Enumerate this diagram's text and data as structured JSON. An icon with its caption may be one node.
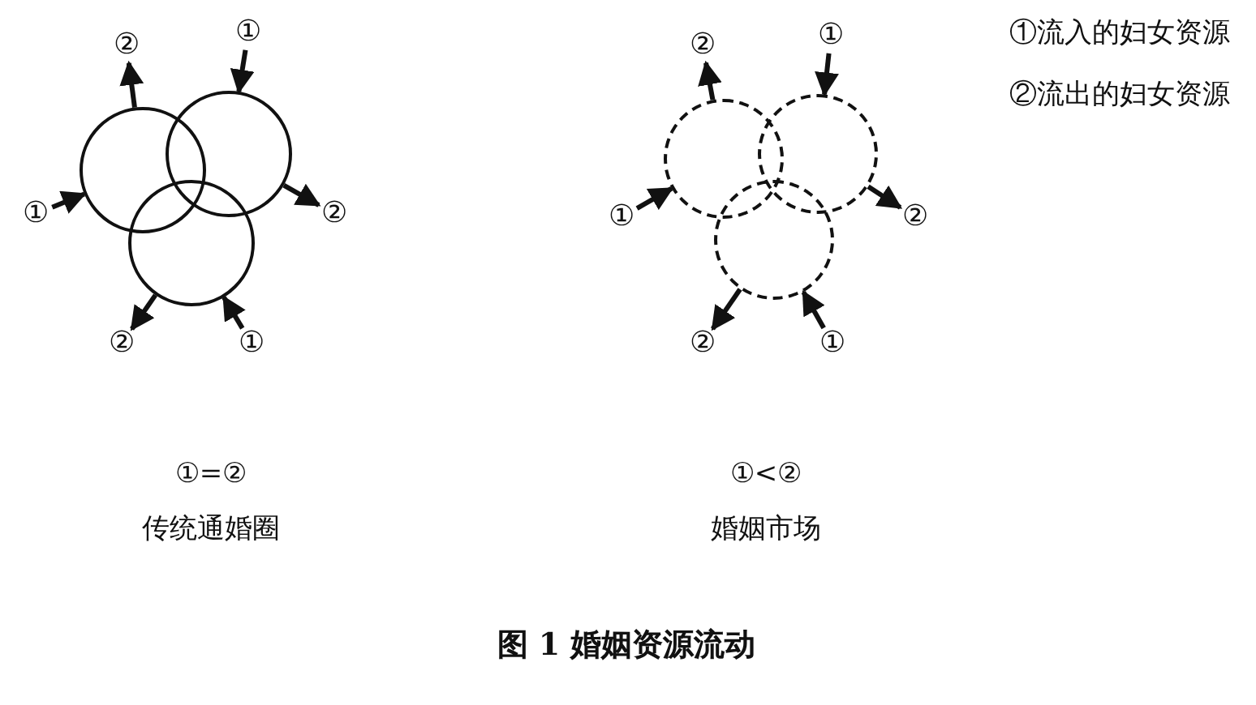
{
  "diagram": {
    "caption": "图 1 婚姻资源流动",
    "nodes": [
      {
        "text": [
          "②"
        ]
      },
      {
        "text": [
          "①"
        ]
      },
      {
        "text": [],
        "shape": "circle"
      },
      {
        "text": [],
        "shape": "circle"
      },
      {
        "text": [
          "①"
        ]
      },
      {
        "text": [
          "②"
        ]
      },
      {
        "text": [],
        "shape": "circle"
      },
      {
        "text": [
          "②"
        ]
      },
      {
        "text": [
          "①"
        ]
      },
      {
        "text": [
          "②"
        ]
      },
      {
        "text": [
          "①"
        ]
      },
      {
        "text": [],
        "shape": "circle"
      },
      {
        "text": [],
        "shape": "circle"
      },
      {
        "text": [
          "①"
        ]
      },
      {
        "text": [
          "②"
        ]
      },
      {
        "text": [],
        "shape": "circle"
      },
      {
        "text": [
          "②"
        ]
      },
      {
        "text": [
          "①"
        ]
      }
    ],
    "edges": [
      {
        "from": 2,
        "to": 0,
        "arrow": "to"
      },
      {
        "from": 1,
        "to": 3,
        "arrow": "to"
      },
      {
        "from": 4,
        "to": 2,
        "arrow": "to"
      },
      {
        "from": 3,
        "to": 5,
        "arrow": "to"
      },
      {
        "from": 6,
        "to": 7,
        "arrow": "to"
      },
      {
        "from": 8,
        "to": 6,
        "arrow": "to"
      },
      {
        "from": 11,
        "to": 9,
        "arrow": "to"
      },
      {
        "from": 10,
        "to": 12,
        "arrow": "to"
      },
      {
        "from": 13,
        "to": 11,
        "arrow": "to"
      },
      {
        "from": 12,
        "to": 14,
        "arrow": "to"
      },
      {
        "from": 15,
        "to": 16,
        "arrow": "to"
      },
      {
        "from": 17,
        "to": 15,
        "arrow": "to"
      }
    ],
    "labels": [
      "①流入的妇女资源",
      "②流出的妇女资源",
      "①=②",
      "传统通婚圈",
      "①<②",
      "婚姻市场"
    ]
  }
}
